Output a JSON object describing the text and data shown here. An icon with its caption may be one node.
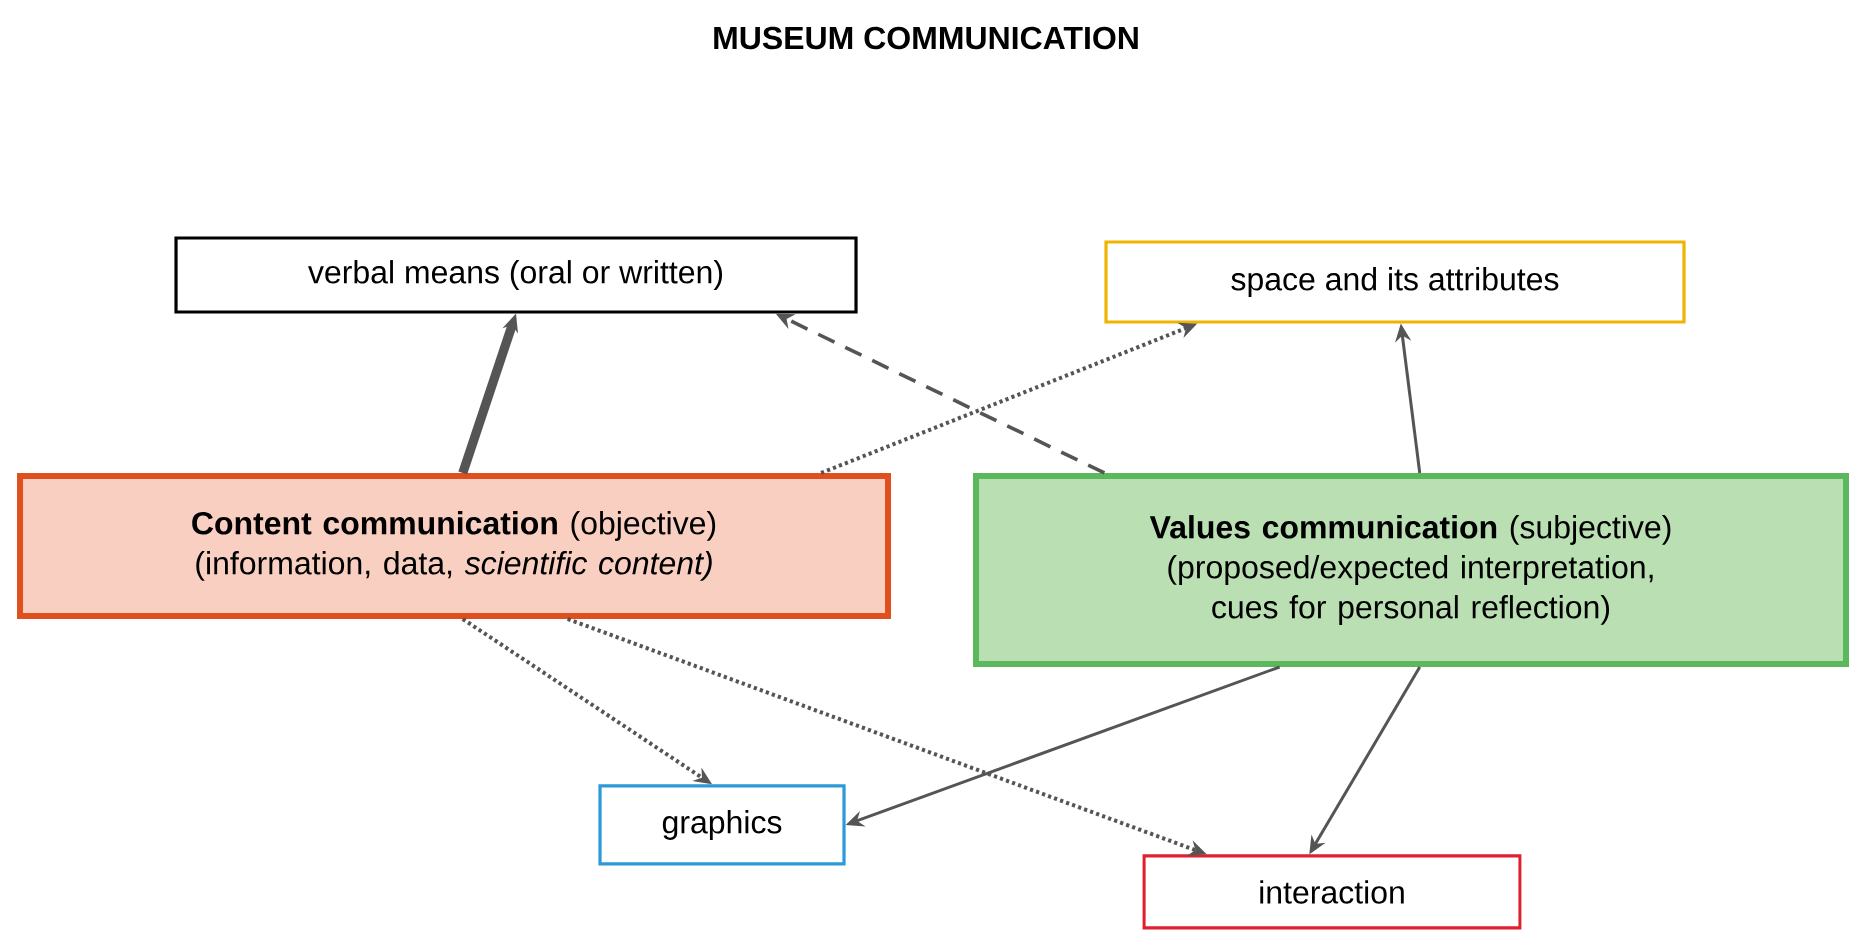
{
  "diagram": {
    "title": "MUSEUM COMMUNICATION",
    "nodes": [
      {
        "text": [
          "verbal means (oral or written)"
        ]
      },
      {
        "text": [
          "space and its attributes"
        ]
      },
      {
        "text": [
          "**Content communication** (objective)",
          "(information, data, *scientific content)*"
        ]
      },
      {
        "text": [
          "**Values communication** (subjective)",
          "(proposed/expected interpretation, cues for personal reflection)"
        ]
      },
      {
        "text": [
          "graphics"
        ]
      },
      {
        "text": [
          "interaction"
        ]
      }
    ],
    "edges": [
      {
        "from": 2,
        "to": 0,
        "arrow": "to",
        "style": "thick"
      },
      {
        "from": 3,
        "to": 0,
        "arrow": "to",
        "style": "dashed"
      },
      {
        "from": 2,
        "to": 1,
        "arrow": "to",
        "style": "dashed"
      },
      {
        "from": 3,
        "to": 1,
        "arrow": "to"
      },
      {
        "from": 2,
        "to": 4,
        "arrow": "to",
        "style": "dashed"
      },
      {
        "from": 2,
        "to": 5,
        "arrow": "to",
        "style": "dashed"
      },
      {
        "from": 3,
        "to": 4,
        "arrow": "to"
      },
      {
        "from": 3,
        "to": 5,
        "arrow": "to"
      }
    ]
  }
}
